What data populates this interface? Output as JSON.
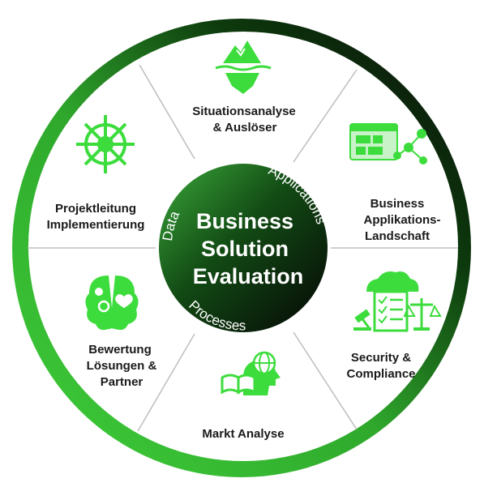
{
  "center": {
    "title_lines": [
      "Business",
      "Solution",
      "Evaluation"
    ],
    "ring_words": {
      "top": "Applications",
      "left": "Data",
      "bottom": "Processes"
    }
  },
  "segments": [
    {
      "id": "situation",
      "lines": [
        "Situationsanalyse",
        "& Auslöser"
      ],
      "icon": "iceberg-icon"
    },
    {
      "id": "landscape",
      "lines": [
        "Business",
        "Applikations-",
        "Landschaft"
      ],
      "icon": "dashboard-network-icon"
    },
    {
      "id": "security",
      "lines": [
        "Security &",
        "Compliance"
      ],
      "icon": "checklist-scales-icon"
    },
    {
      "id": "market",
      "lines": [
        "Markt Analyse"
      ],
      "icon": "reader-globe-icon"
    },
    {
      "id": "evaluation",
      "lines": [
        "Bewertung",
        "Lösungen &",
        "Partner"
      ],
      "icon": "brain-icon"
    },
    {
      "id": "leadership",
      "lines": [
        "Projektleitung",
        "Implementierung"
      ],
      "icon": "ship-wheel-icon"
    }
  ],
  "colors": {
    "accent": "#3ddc3d",
    "accent_dark": "#1f8f1f",
    "dark": "#111111",
    "divider": "#bdbdbd"
  }
}
